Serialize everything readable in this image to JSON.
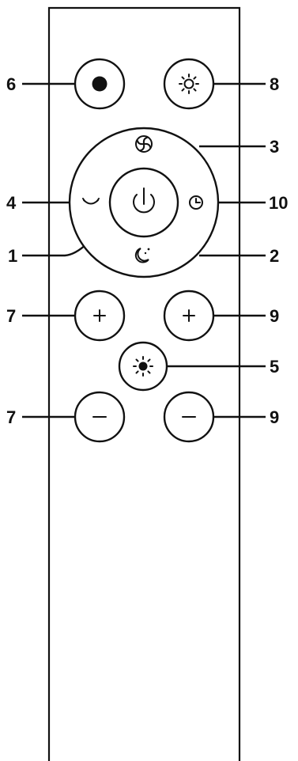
{
  "callouts": {
    "c6": "6",
    "c8": "8",
    "c3": "3",
    "c4": "4",
    "c10": "10",
    "c1": "1",
    "c2": "2",
    "c7_top": "7",
    "c9_top": "9",
    "c5": "5",
    "c7_bottom": "7",
    "c9_bottom": "9"
  },
  "buttons": {
    "top_left": "record-dot-icon",
    "top_right": "sun-outline-icon",
    "ring_top": "fan-icon",
    "ring_left": "swing-icon",
    "center": "power-icon",
    "ring_right": "timer-clock-icon",
    "ring_bottom": "night-moon-icon",
    "plus_left": "plus-icon",
    "plus_right": "plus-icon",
    "middle": "sun-filled-icon",
    "minus_left": "minus-icon",
    "minus_right": "minus-icon"
  }
}
